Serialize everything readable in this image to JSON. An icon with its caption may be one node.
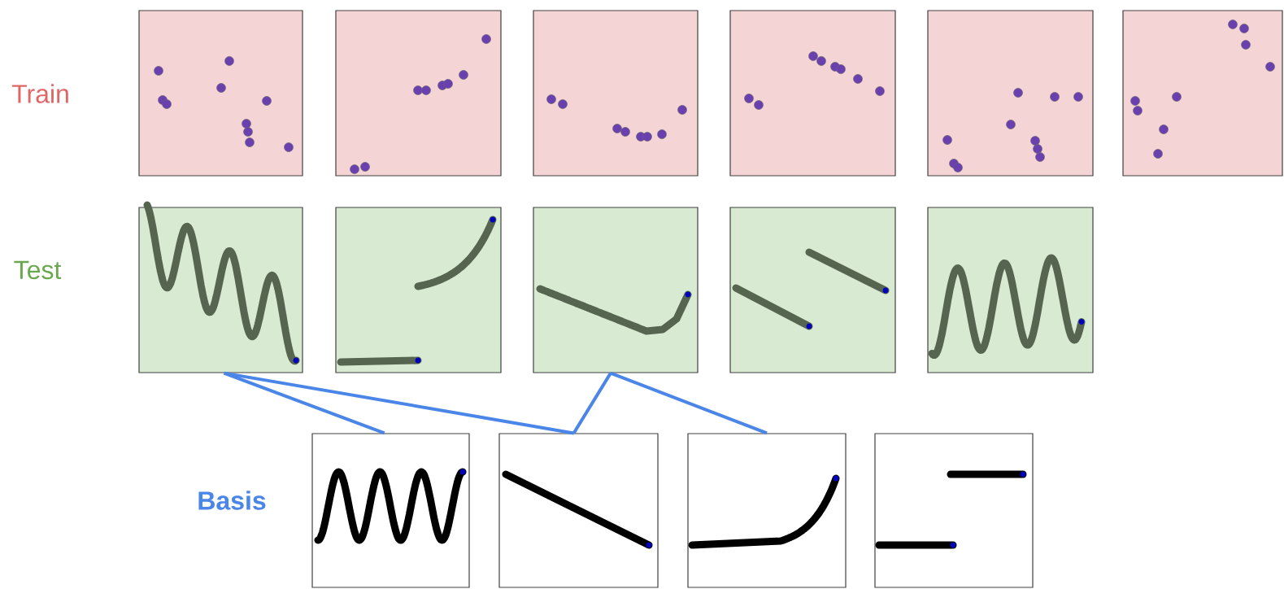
{
  "diagram": {
    "nodes": [
      {
        "text": [],
        "shape": "picture"
      },
      {
        "text": [],
        "shape": "picture"
      },
      {
        "text": [],
        "shape": "picture"
      },
      {
        "text": [],
        "shape": "picture"
      },
      {
        "text": [],
        "shape": "picture"
      },
      {
        "text": [],
        "shape": "picture"
      },
      {
        "text": [],
        "shape": "picture"
      },
      {
        "text": [],
        "shape": "picture"
      },
      {
        "text": [],
        "shape": "picture"
      },
      {
        "text": [],
        "shape": "picture"
      },
      {
        "text": [],
        "shape": "picture"
      },
      {
        "text": [],
        "shape": "picture"
      },
      {
        "text": [],
        "shape": "picture"
      },
      {
        "text": [],
        "shape": "picture"
      },
      {
        "text": [],
        "shape": "picture"
      }
    ],
    "edges": [
      {
        "from": 6,
        "to": 11,
        "arrow": "none"
      },
      {
        "from": 6,
        "to": 12,
        "arrow": "none"
      },
      {
        "from": 8,
        "to": 12,
        "arrow": "none"
      },
      {
        "from": 8,
        "to": 13,
        "arrow": "none"
      }
    ],
    "labels": [
      "Train",
      "Test",
      "Basis"
    ]
  }
}
